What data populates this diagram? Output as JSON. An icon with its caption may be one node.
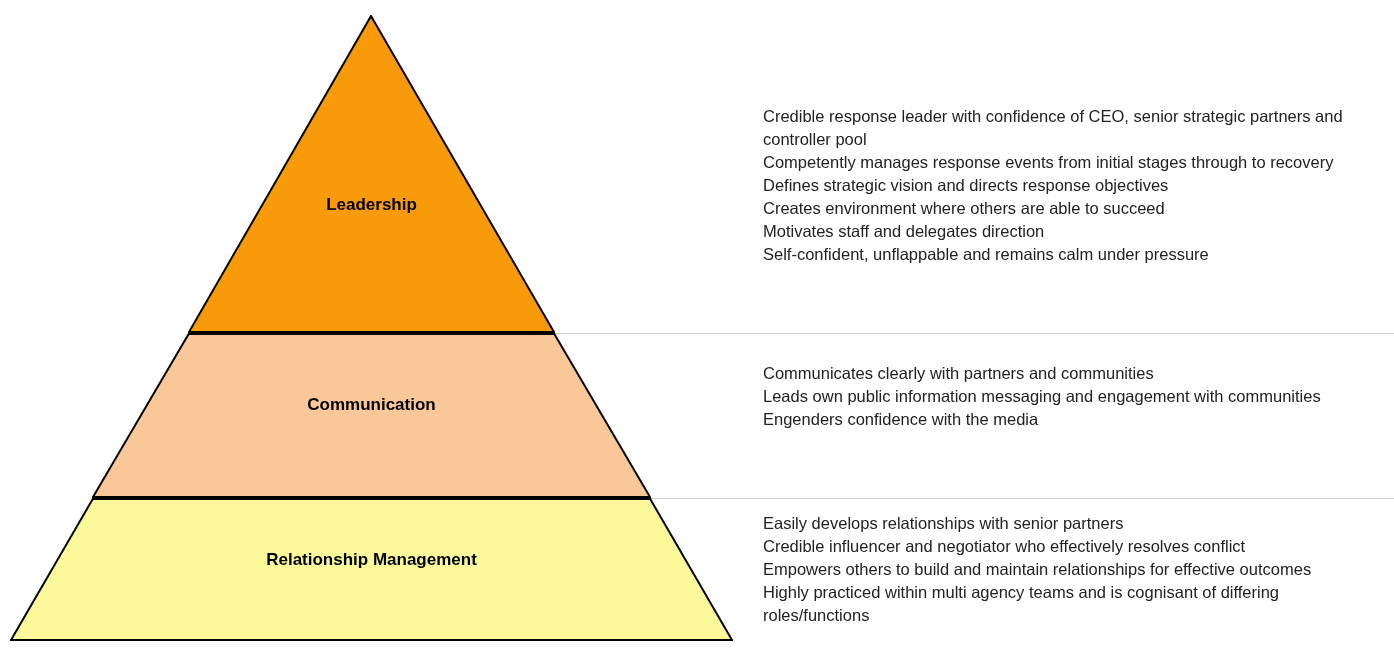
{
  "diagram": {
    "nodes": [
      {
        "text": [
          "Leadership"
        ],
        "beside": [
          "Credible response leader with confidence of CEO, senior strategic partners and controller pool",
          "Competently manages response events from initial stages through to recovery",
          "Defines strategic vision and directs response objectives",
          "Creates environment where others are able to succeed",
          "Motivates staff and delegates direction",
          "Self-confident, unflappable and remains calm under pressure"
        ]
      },
      {
        "text": [
          "Communication"
        ],
        "beside": [
          "Communicates clearly with partners and communities",
          "Leads own public information messaging and engagement with communities",
          "Engenders confidence with the media"
        ]
      },
      {
        "text": [
          "Relationship Management"
        ],
        "beside": [
          "Easily develops relationships with senior partners",
          "Credible influencer and negotiator who effectively resolves conflict",
          "Empowers others to build and maintain relationships for effective outcomes",
          "Highly practiced within multi agency teams and is cognisant of differing roles/functions"
        ]
      }
    ]
  }
}
